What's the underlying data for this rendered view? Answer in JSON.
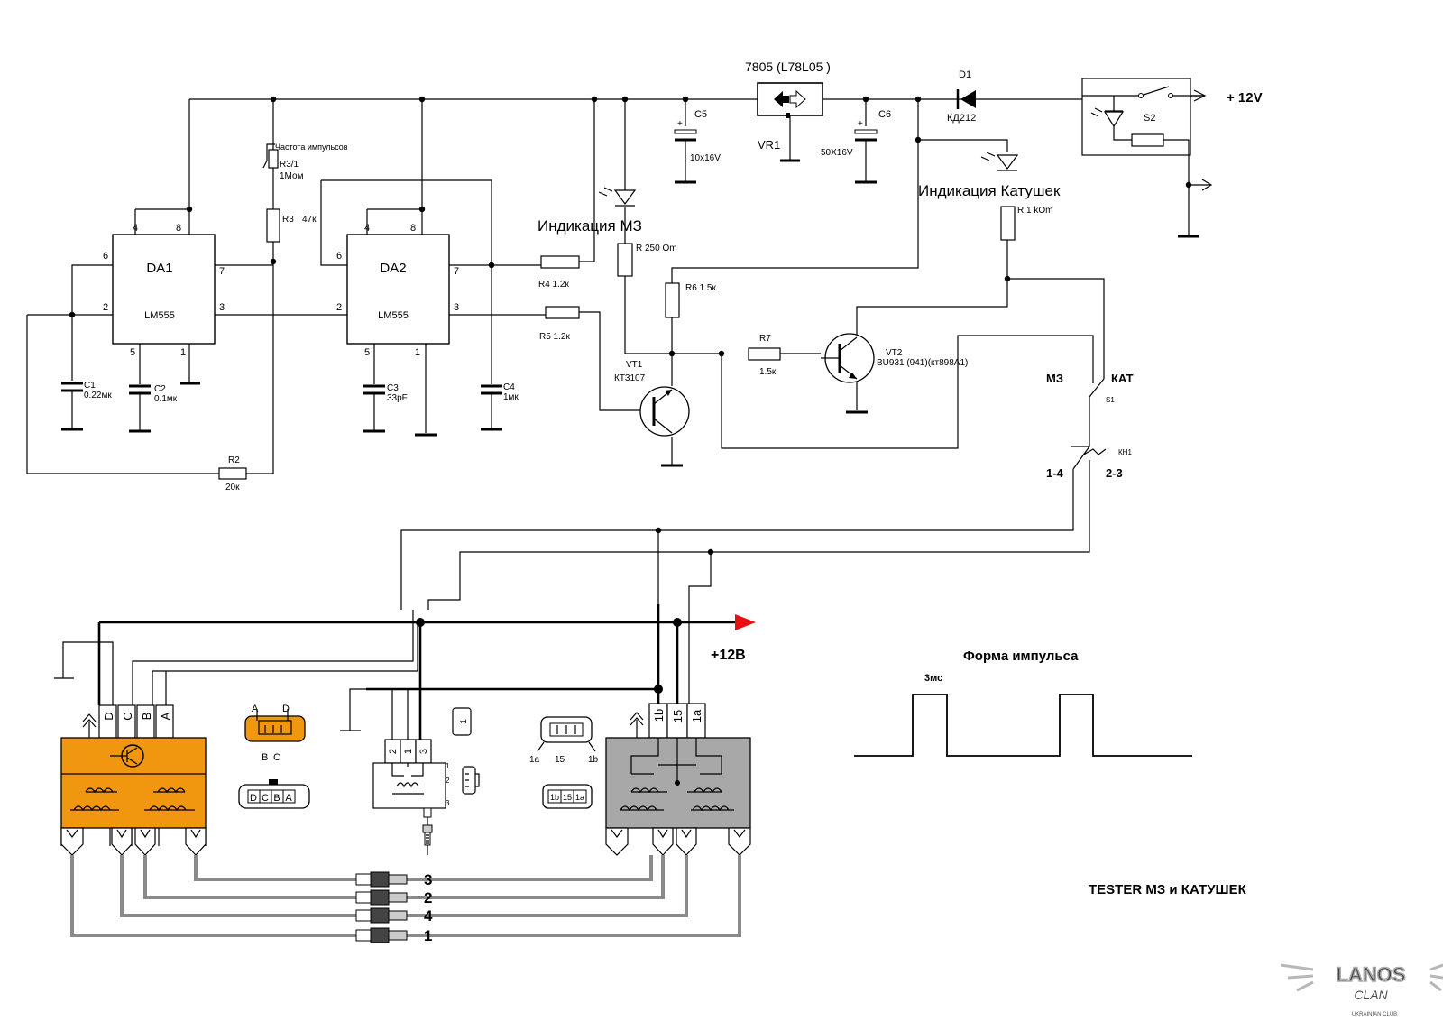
{
  "ic": {
    "da1": {
      "name": "DA1",
      "part": "LM555"
    },
    "da2": {
      "name": "DA2",
      "part": "LM555"
    },
    "pins_da1": [
      "4",
      "8",
      "6",
      "7",
      "2",
      "3",
      "5",
      "1"
    ],
    "pins_da2": [
      "4",
      "8",
      "6",
      "7",
      "2",
      "3",
      "5",
      "1"
    ]
  },
  "regulator": {
    "title": "7805 (L78L05 )",
    "name": "VR1"
  },
  "diode": {
    "name": "D1",
    "part": "КД212"
  },
  "supply": {
    "label": "+ 12V",
    "switch": "S2"
  },
  "components": {
    "r3_1_caption": "Частота импульсов",
    "r3_1_name": "R3/1",
    "r3_1_value": "1Мом",
    "r3_name": "R3",
    "r3_value": "47к",
    "c1_name": "C1",
    "c1_value": "0.22мк",
    "c2_name": "C2",
    "c2_value": "0.1мк",
    "c3_name": "C3",
    "c3_value": "33pF",
    "c4_name": "C4",
    "c4_value": "1мк",
    "c5_name": "C5",
    "c5_value": "10x16V",
    "c6_name": "C6",
    "c6_value": "50X16V",
    "r2_name": "R2",
    "r2_value": "20к",
    "r4_label": "R4  1.2к",
    "r5_label": "R5  1.2к",
    "r250_label": "R  250 Om",
    "r6_label": "R6 1.5к",
    "r7_name": "R7",
    "r7_value": "1.5к",
    "r1k_label": "R  1 kOm",
    "vt1_name": "VT1",
    "vt1_part": "КТ3107",
    "vt2_name": "VT2",
    "vt2_part": "BU931 (941)(кт898А1)",
    "ind_mz": "Индикация МЗ",
    "ind_kat": "Индикация Катушек",
    "sw_mz": "МЗ",
    "sw_kat": "КАТ",
    "s1": "S1",
    "kn1": "КН1",
    "pos_14": "1-4",
    "pos_23": "2-3"
  },
  "lower": {
    "plus12": "+12В",
    "conn_left": [
      "D",
      "C",
      "B",
      "A"
    ],
    "plug_top": [
      "A",
      "D"
    ],
    "plug_bottom": [
      "B",
      "C"
    ],
    "plug_face": [
      "D",
      "C",
      "B",
      "A"
    ],
    "coil_pins": [
      "2",
      "1",
      "3"
    ],
    "coil_face": [
      "1",
      "2",
      "3"
    ],
    "coil_side": [
      "1",
      "2",
      "3"
    ],
    "conn_right": [
      "1b",
      "15",
      "1a"
    ],
    "conn_right_face": [
      "1b",
      "15",
      "1a"
    ],
    "conn_right_labels": [
      "1a",
      "15",
      "1b"
    ],
    "plug_numbers": [
      "3",
      "2",
      "4",
      "1"
    ]
  },
  "pulse": {
    "title": "Форма импульса",
    "width_label": "3мс"
  },
  "tester_title": "TESTER МЗ и КАТУШЕК",
  "watermark": {
    "brand": "LANOS",
    "sub": "CLAN",
    "club": "UKRAINIAN CLUB"
  },
  "colors": {
    "module_orange": "#f0960f",
    "module_gray": "#a8a8a8",
    "arrow_red": "#e81010",
    "ht_lead_gray": "#8a8a8a"
  }
}
